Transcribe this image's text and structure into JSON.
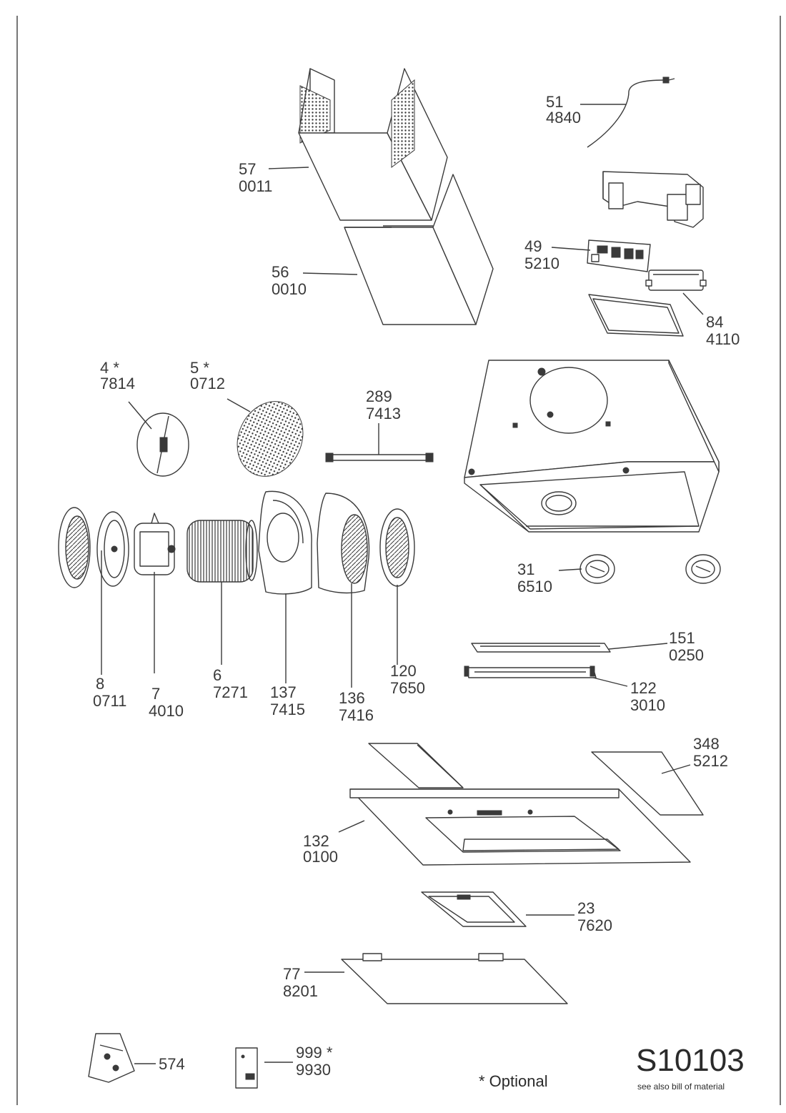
{
  "document": {
    "code": "S10103",
    "note": "see also bill of material",
    "optional_note": "* Optional"
  },
  "parts": [
    {
      "pos": "57",
      "code": "0011"
    },
    {
      "pos": "56",
      "code": "0010"
    },
    {
      "pos": "51",
      "code": "4840"
    },
    {
      "pos": "49",
      "code": "5210"
    },
    {
      "pos": "84",
      "code": "4110"
    },
    {
      "pos": "4 *",
      "code": "7814"
    },
    {
      "pos": "5 *",
      "code": "0712"
    },
    {
      "pos": "289",
      "code": "7413"
    },
    {
      "pos": "31",
      "code": "6510"
    },
    {
      "pos": "8",
      "code": "0711"
    },
    {
      "pos": "7",
      "code": "4010"
    },
    {
      "pos": "6",
      "code": "7271"
    },
    {
      "pos": "137",
      "code": "7415"
    },
    {
      "pos": "136",
      "code": "7416"
    },
    {
      "pos": "120",
      "code": "7650"
    },
    {
      "pos": "151",
      "code": "0250"
    },
    {
      "pos": "122",
      "code": "3010"
    },
    {
      "pos": "348",
      "code": "5212"
    },
    {
      "pos": "132",
      "code": "0100"
    },
    {
      "pos": "23",
      "code": "7620"
    },
    {
      "pos": "77",
      "code": "8201"
    },
    {
      "pos": "574",
      "code": ""
    },
    {
      "pos": "999 *",
      "code": "9930"
    }
  ]
}
